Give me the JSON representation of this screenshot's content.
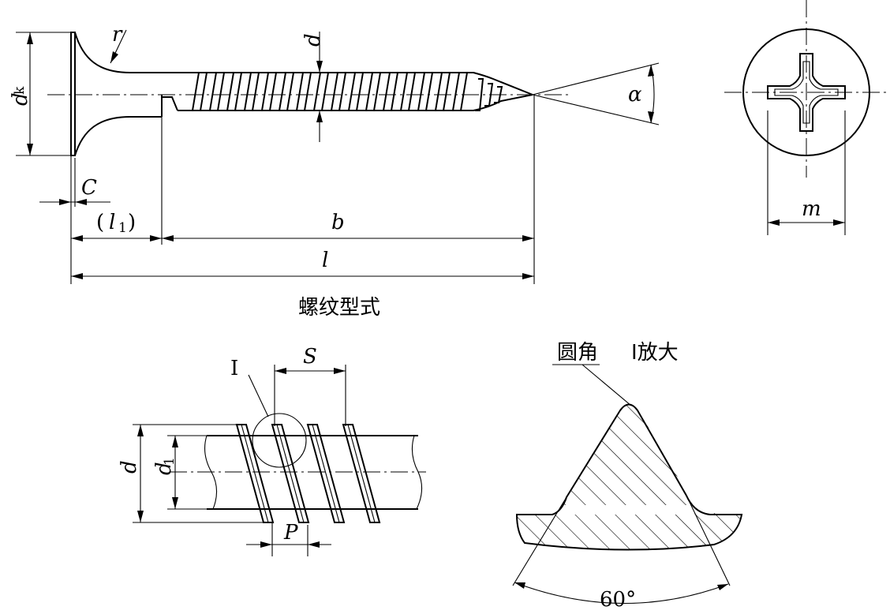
{
  "figure": {
    "caption_thread_type": "螺纹型式",
    "detail_round_label": "圆角",
    "detail_enlarge_label": "Ⅰ放大",
    "detail_marker": "Ⅰ",
    "angle_label": "60°"
  },
  "dimensions": {
    "dk": "d",
    "dk_sub": "k",
    "r": "r",
    "d": "d",
    "alpha": "α",
    "m": "m",
    "c": "C",
    "l1_open": "(",
    "l1_var": "l",
    "l1_sub": "1",
    "l1_close": ")",
    "b": "b",
    "l": "l",
    "s": "S",
    "p": "P",
    "d1_var": "d",
    "d1_sub": "1",
    "d_detail": "d"
  }
}
